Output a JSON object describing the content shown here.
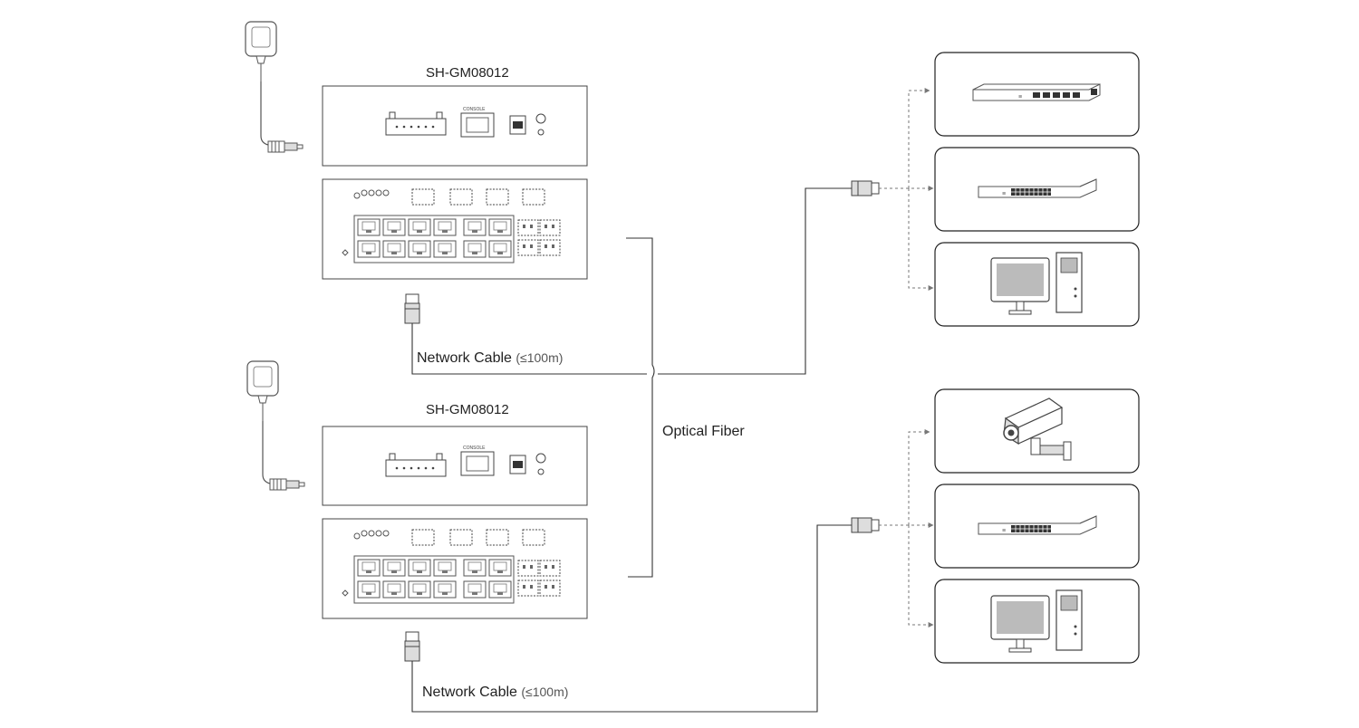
{
  "colors": {
    "line": "#333333",
    "device_stroke": "#444444",
    "box_stroke": "#222222",
    "screen_fill": "#bbbbbb",
    "arrow": "#777777"
  },
  "switches": [
    {
      "model": "SH-GM08012",
      "console_label": "CONSOLE"
    },
    {
      "model": "SH-GM08012",
      "console_label": "CONSOLE"
    }
  ],
  "links": {
    "network_cable_top": {
      "text": "Network Cable",
      "range": "(≤100m)"
    },
    "network_cable_bottom": {
      "text": "Network Cable",
      "range": "(≤100m)"
    },
    "optical_fiber": "Optical Fiber"
  },
  "endpoint_groups": [
    {
      "devices": [
        {
          "type": "router",
          "icon": "router-icon"
        },
        {
          "type": "switch",
          "icon": "switch-icon"
        },
        {
          "type": "computer",
          "icon": "computer-icon"
        }
      ]
    },
    {
      "devices": [
        {
          "type": "camera",
          "icon": "camera-icon"
        },
        {
          "type": "switch",
          "icon": "switch-icon"
        },
        {
          "type": "computer",
          "icon": "computer-icon"
        }
      ]
    }
  ]
}
